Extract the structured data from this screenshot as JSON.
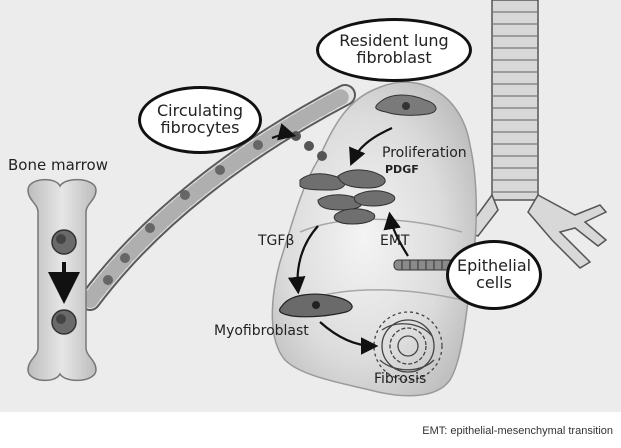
{
  "labels": {
    "resident": "Resident lung fibroblast",
    "circulating": "Circulating fibrocytes",
    "bone_marrow": "Bone marrow",
    "proliferation": "Proliferation",
    "pdgf": "PDGF",
    "tgfb": "TGFβ",
    "emt": "EMT",
    "epithelial": "Epithelial cells",
    "myofibroblast": "Myofibroblast",
    "fibrosis": "Fibrosis"
  },
  "caption": "EMT: epithelial-mesenchymal transition",
  "colors": {
    "background_panel": "#ececec",
    "lung": "#d6d6d6",
    "cell": "#707070",
    "outline": "#111111"
  }
}
